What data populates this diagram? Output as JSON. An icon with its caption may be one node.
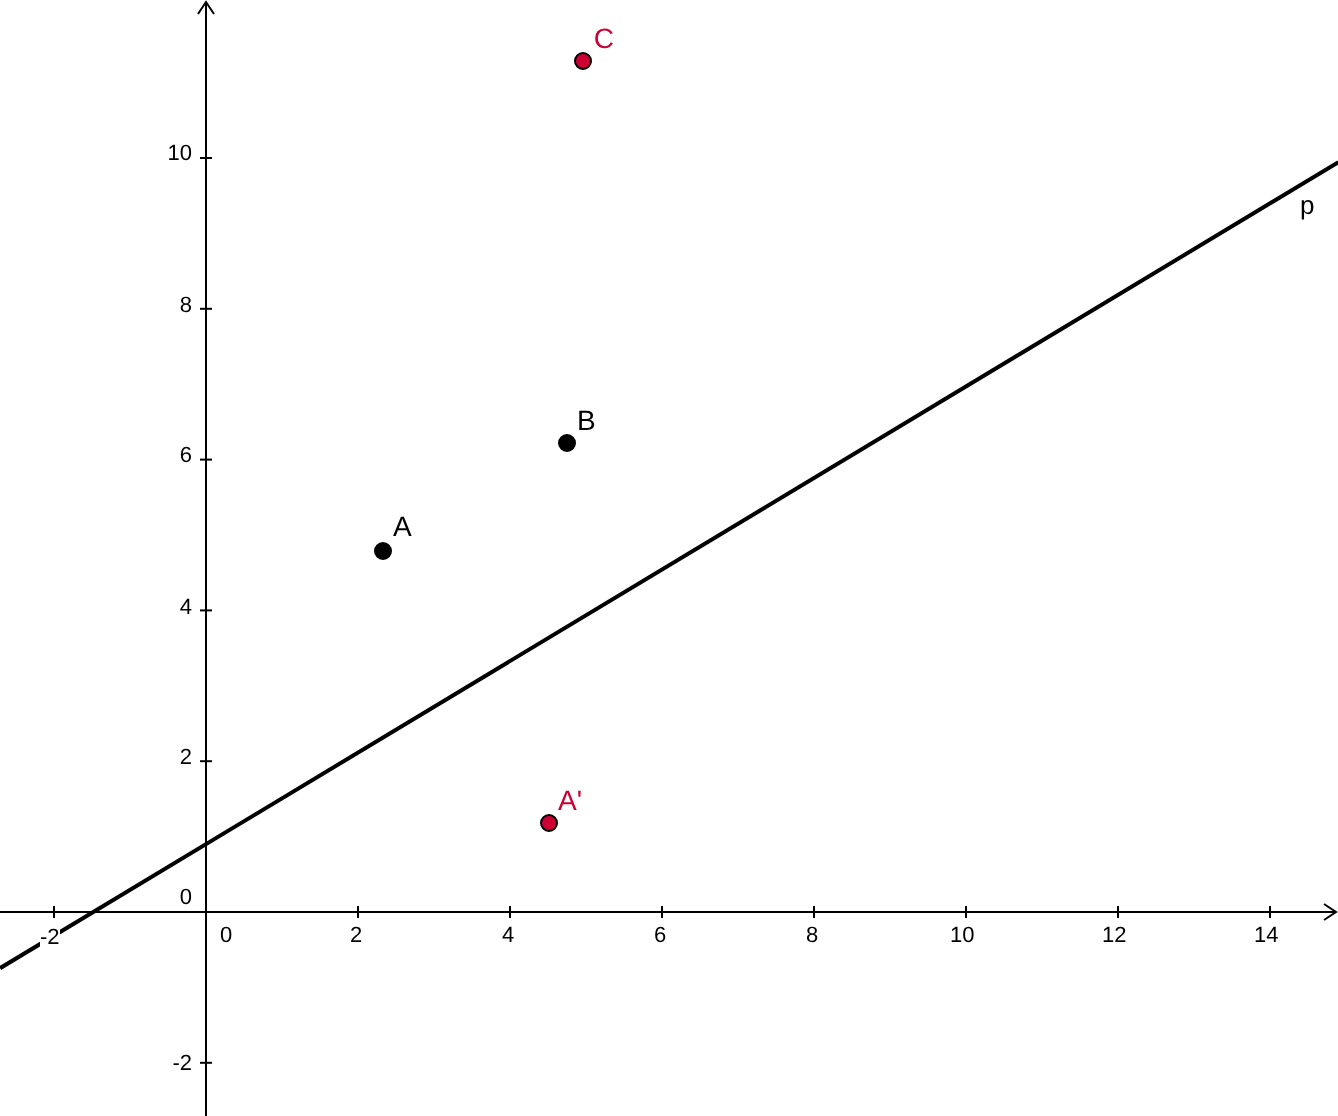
{
  "diagram": {
    "nodes": [
      {
        "text": [],
        "shape": "circle",
        "beside": [
          "C"
        ]
      },
      {
        "text": [],
        "shape": "circle",
        "beside": [
          "B"
        ]
      },
      {
        "text": [],
        "shape": "circle",
        "beside": [
          "A"
        ]
      },
      {
        "text": [],
        "shape": "circle",
        "beside": [
          "A'"
        ]
      }
    ],
    "labels": [
      "p",
      "10",
      "8",
      "6",
      "4",
      "2",
      "0",
      "-2",
      "-2",
      "0",
      "2",
      "4",
      "6",
      "8",
      "10",
      "12",
      "14"
    ]
  }
}
